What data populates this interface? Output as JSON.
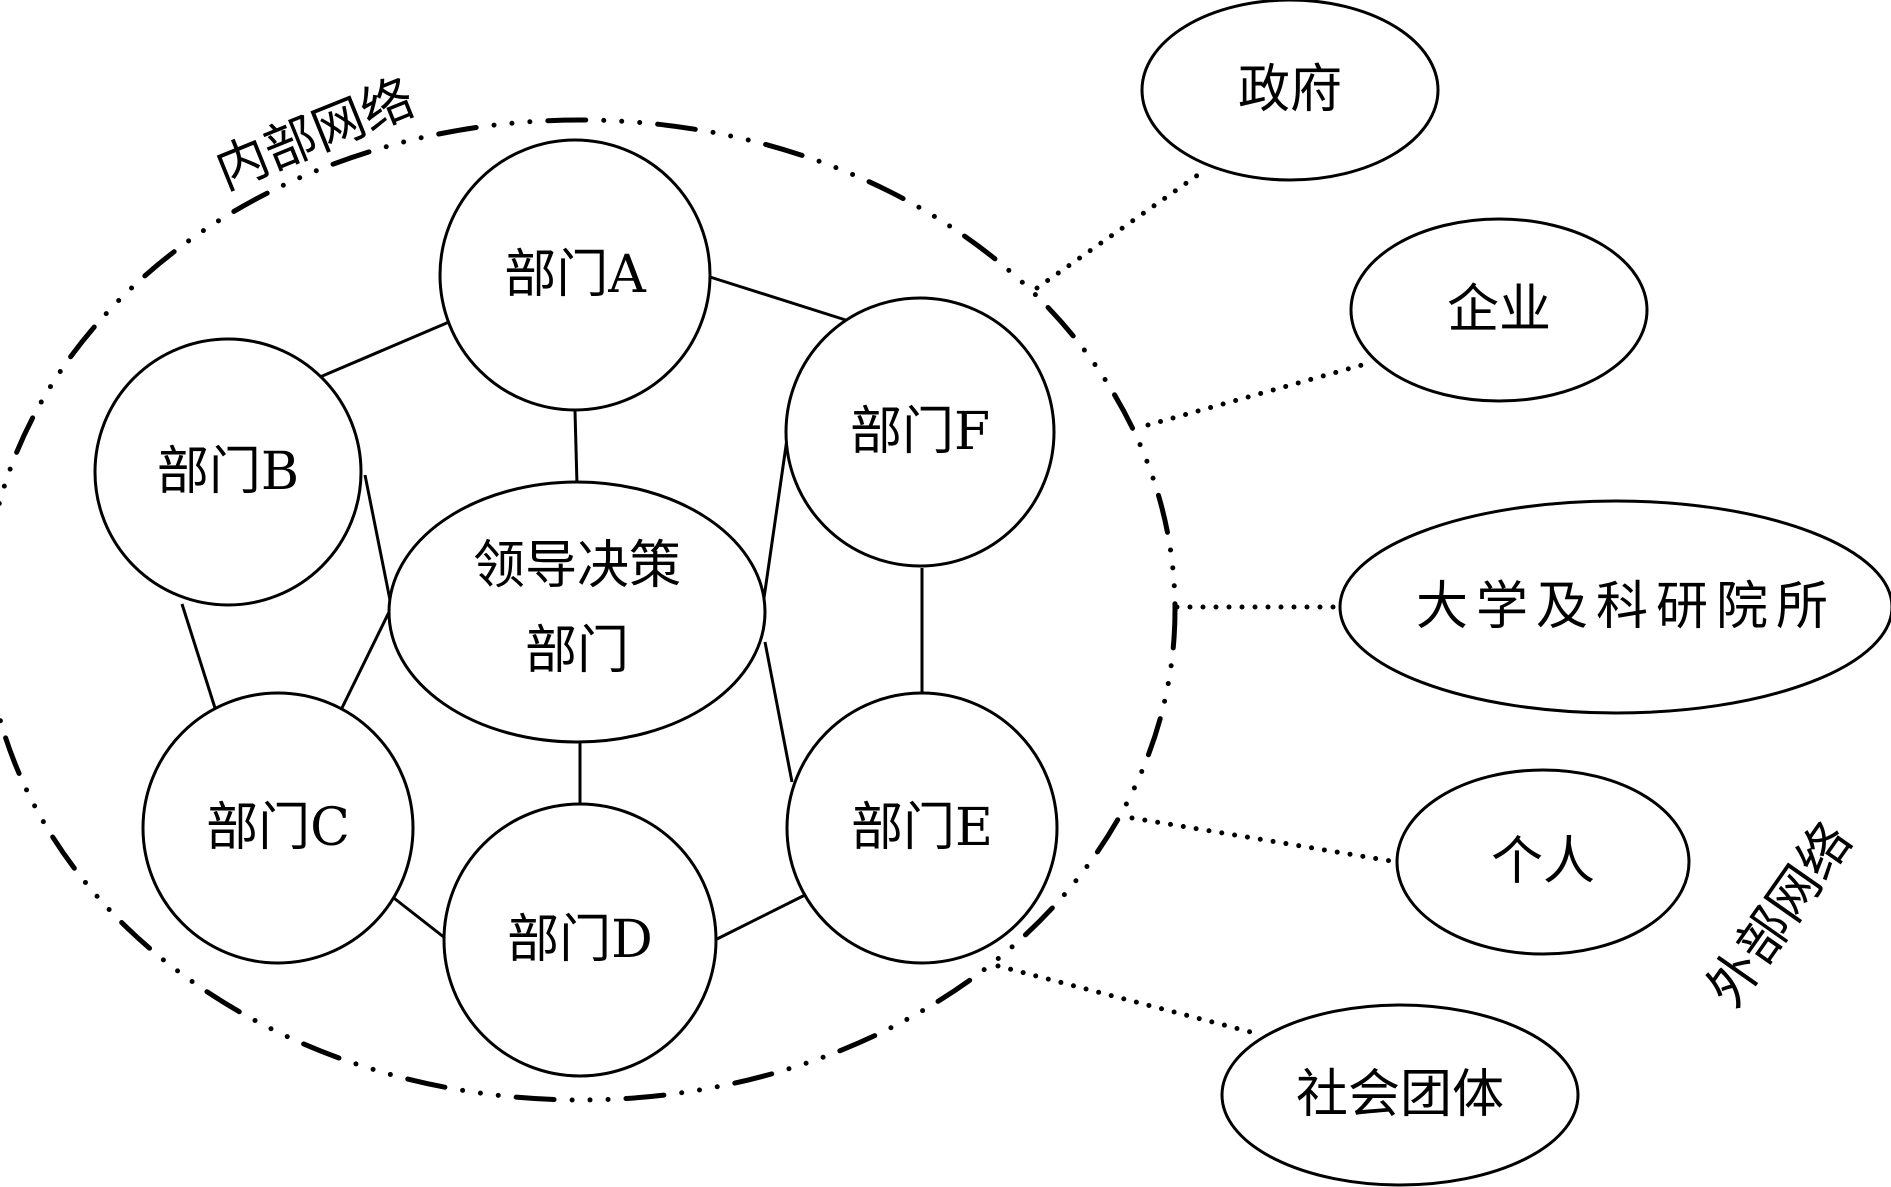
{
  "groups": {
    "internal": "内部网络",
    "external": "外部网络"
  },
  "internal_nodes": [
    {
      "id": "A",
      "label": "部门A"
    },
    {
      "id": "B",
      "label": "部门B"
    },
    {
      "id": "F",
      "label": "部门F"
    },
    {
      "id": "C",
      "label": "部门C"
    },
    {
      "id": "D",
      "label": "部门D"
    },
    {
      "id": "E",
      "label": "部门E"
    }
  ],
  "center_node": {
    "id": "L",
    "lines": [
      "领导决策",
      "部门"
    ]
  },
  "external_nodes": [
    {
      "id": "gov",
      "label": "政府"
    },
    {
      "id": "ent",
      "label": "企业"
    },
    {
      "id": "uni",
      "label": "大学及科研院所"
    },
    {
      "id": "ind",
      "label": "个人"
    },
    {
      "id": "soc",
      "label": "社会团体"
    }
  ],
  "internal_edges": [
    [
      "A",
      "B"
    ],
    [
      "A",
      "F"
    ],
    [
      "A",
      "L"
    ],
    [
      "B",
      "C"
    ],
    [
      "B",
      "L"
    ],
    [
      "C",
      "L"
    ],
    [
      "C",
      "D"
    ],
    [
      "D",
      "L"
    ],
    [
      "D",
      "E"
    ],
    [
      "F",
      "L"
    ],
    [
      "F",
      "E"
    ],
    [
      "E",
      "L"
    ]
  ],
  "external_links": [
    "gov",
    "ent",
    "uni",
    "ind",
    "soc"
  ]
}
